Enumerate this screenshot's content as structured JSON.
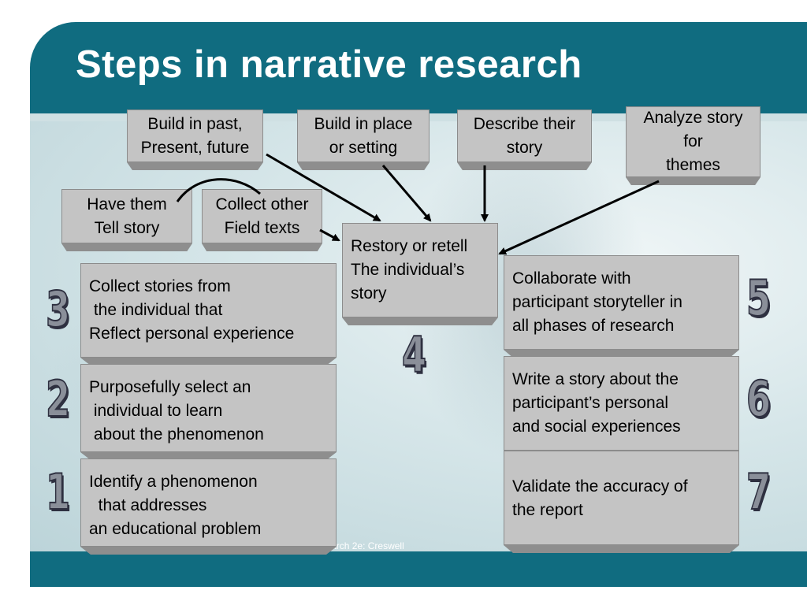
{
  "slide": {
    "title": "Steps in narrative research",
    "footer": "Educational Research 2e:  Creswell"
  },
  "top_boxes": {
    "build_past": "Build in past,\nPresent, future",
    "build_place": "Build in place\nor setting",
    "describe": "Describe their\nstory",
    "analyze": "Analyze story\nfor\nthemes"
  },
  "small_boxes": {
    "have_them": "Have them\nTell story",
    "collect_other": "Collect other\nField texts"
  },
  "center_box": "Restory or retell\nThe individual’s\nstory",
  "steps": {
    "s1": {
      "number": "1",
      "text": "Identify a phenomenon\n  that addresses\nan educational problem"
    },
    "s2": {
      "number": "2",
      "text": "Purposefully select an\n individual to learn\n about the phenomenon"
    },
    "s3": {
      "number": "3",
      "text": "Collect stories from\n the individual that\nReflect personal experience"
    },
    "s4": {
      "number": "4"
    },
    "s5": {
      "number": "5",
      "text": "Collaborate with\nparticipant storyteller in\nall phases of research"
    },
    "s6": {
      "number": "6",
      "text": "Write a story about the\nparticipant’s personal\nand social experiences"
    },
    "s7": {
      "number": "7",
      "text": "Validate the accuracy of\nthe report"
    }
  },
  "colors": {
    "teal": "#106c80",
    "box_fill": "#c4c4c4",
    "box_edge": "#8e8e8e"
  }
}
